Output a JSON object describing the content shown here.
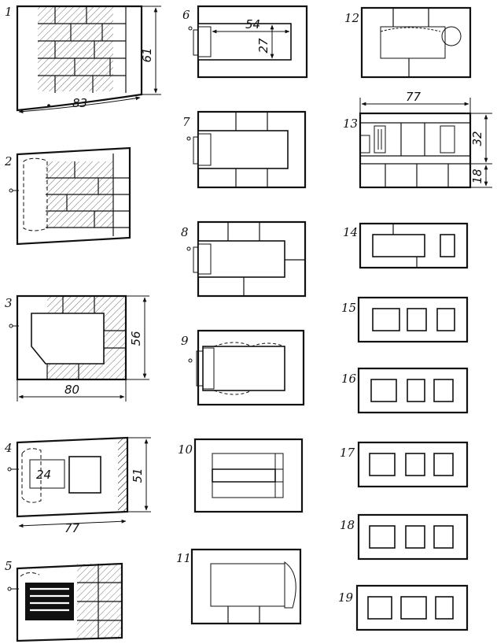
{
  "layers": [
    {
      "id": "1",
      "label": "1",
      "dims": [
        "61",
        "83"
      ]
    },
    {
      "id": "2",
      "label": "2",
      "dims": []
    },
    {
      "id": "3",
      "label": "3",
      "dims": [
        "56",
        "80"
      ]
    },
    {
      "id": "4",
      "label": "4",
      "dims": [
        "51",
        "77"
      ],
      "inner_text": "24"
    },
    {
      "id": "5",
      "label": "5",
      "dims": []
    },
    {
      "id": "6",
      "label": "6",
      "dims": [
        "54",
        "27"
      ]
    },
    {
      "id": "7",
      "label": "7",
      "dims": []
    },
    {
      "id": "8",
      "label": "8",
      "dims": []
    },
    {
      "id": "9",
      "label": "9",
      "dims": []
    },
    {
      "id": "10",
      "label": "10",
      "dims": []
    },
    {
      "id": "11",
      "label": "11",
      "dims": []
    },
    {
      "id": "12",
      "label": "12",
      "dims": []
    },
    {
      "id": "13",
      "label": "13",
      "dims": [
        "77",
        "32",
        "18"
      ]
    },
    {
      "id": "14",
      "label": "14",
      "dims": []
    },
    {
      "id": "15",
      "label": "15",
      "dims": []
    },
    {
      "id": "16",
      "label": "16",
      "dims": []
    },
    {
      "id": "17",
      "label": "17",
      "dims": []
    },
    {
      "id": "18",
      "label": "18",
      "dims": []
    },
    {
      "id": "19",
      "label": "19",
      "dims": []
    }
  ],
  "colors": {
    "ink": "#111111",
    "paper": "#ffffff"
  }
}
